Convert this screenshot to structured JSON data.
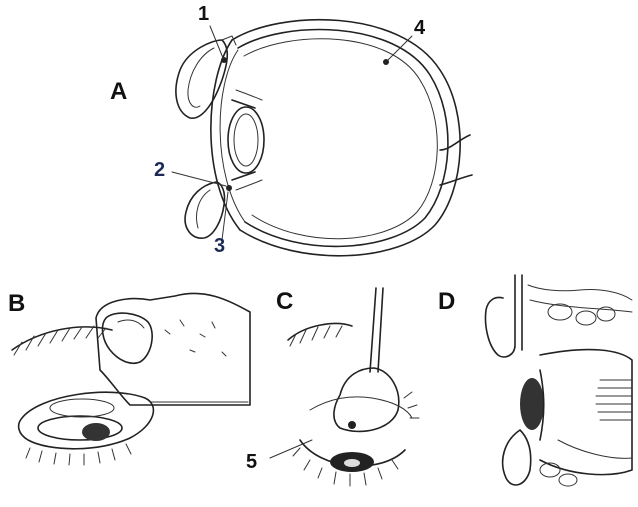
{
  "panels": {
    "a": {
      "label": "A"
    },
    "b": {
      "label": "B"
    },
    "c": {
      "label": "C"
    },
    "d": {
      "label": "D"
    }
  },
  "markers": {
    "m1": "1",
    "m2": "2",
    "m3": "3",
    "m4": "4",
    "m5": "5"
  },
  "colors": {
    "ink": "#222222",
    "label_blue": "#1c2a55",
    "background": "#ffffff"
  }
}
